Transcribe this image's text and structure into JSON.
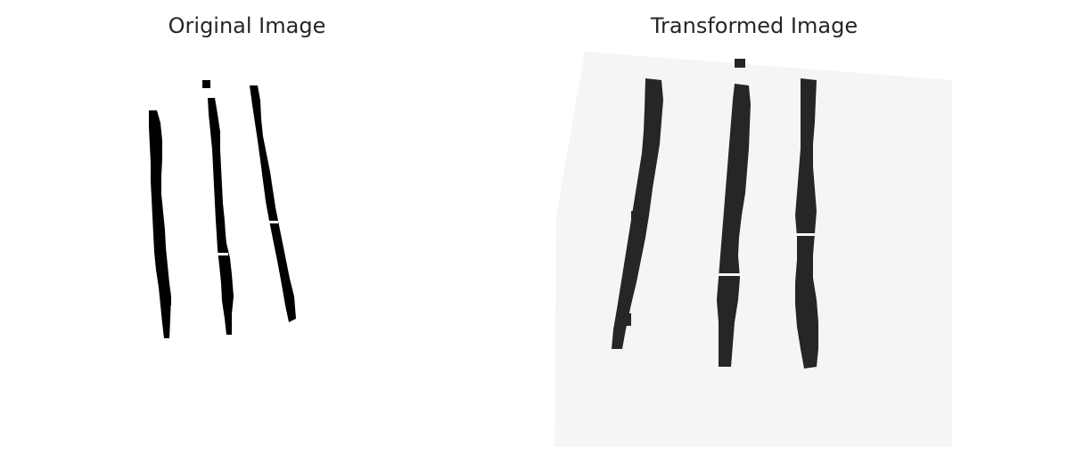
{
  "panels": {
    "left": {
      "title": "Original Image",
      "image": "three-dark-vertical-strokes-on-white"
    },
    "right": {
      "title": "Transformed Image",
      "image": "three-dark-vertical-strokes-on-light-gray-warped-canvas"
    }
  },
  "colors": {
    "page_background": "#ffffff",
    "title_text": "#262626",
    "original_stroke": "#000000",
    "transformed_stroke": "#262626",
    "transformed_canvas": "#f5f5f5"
  }
}
